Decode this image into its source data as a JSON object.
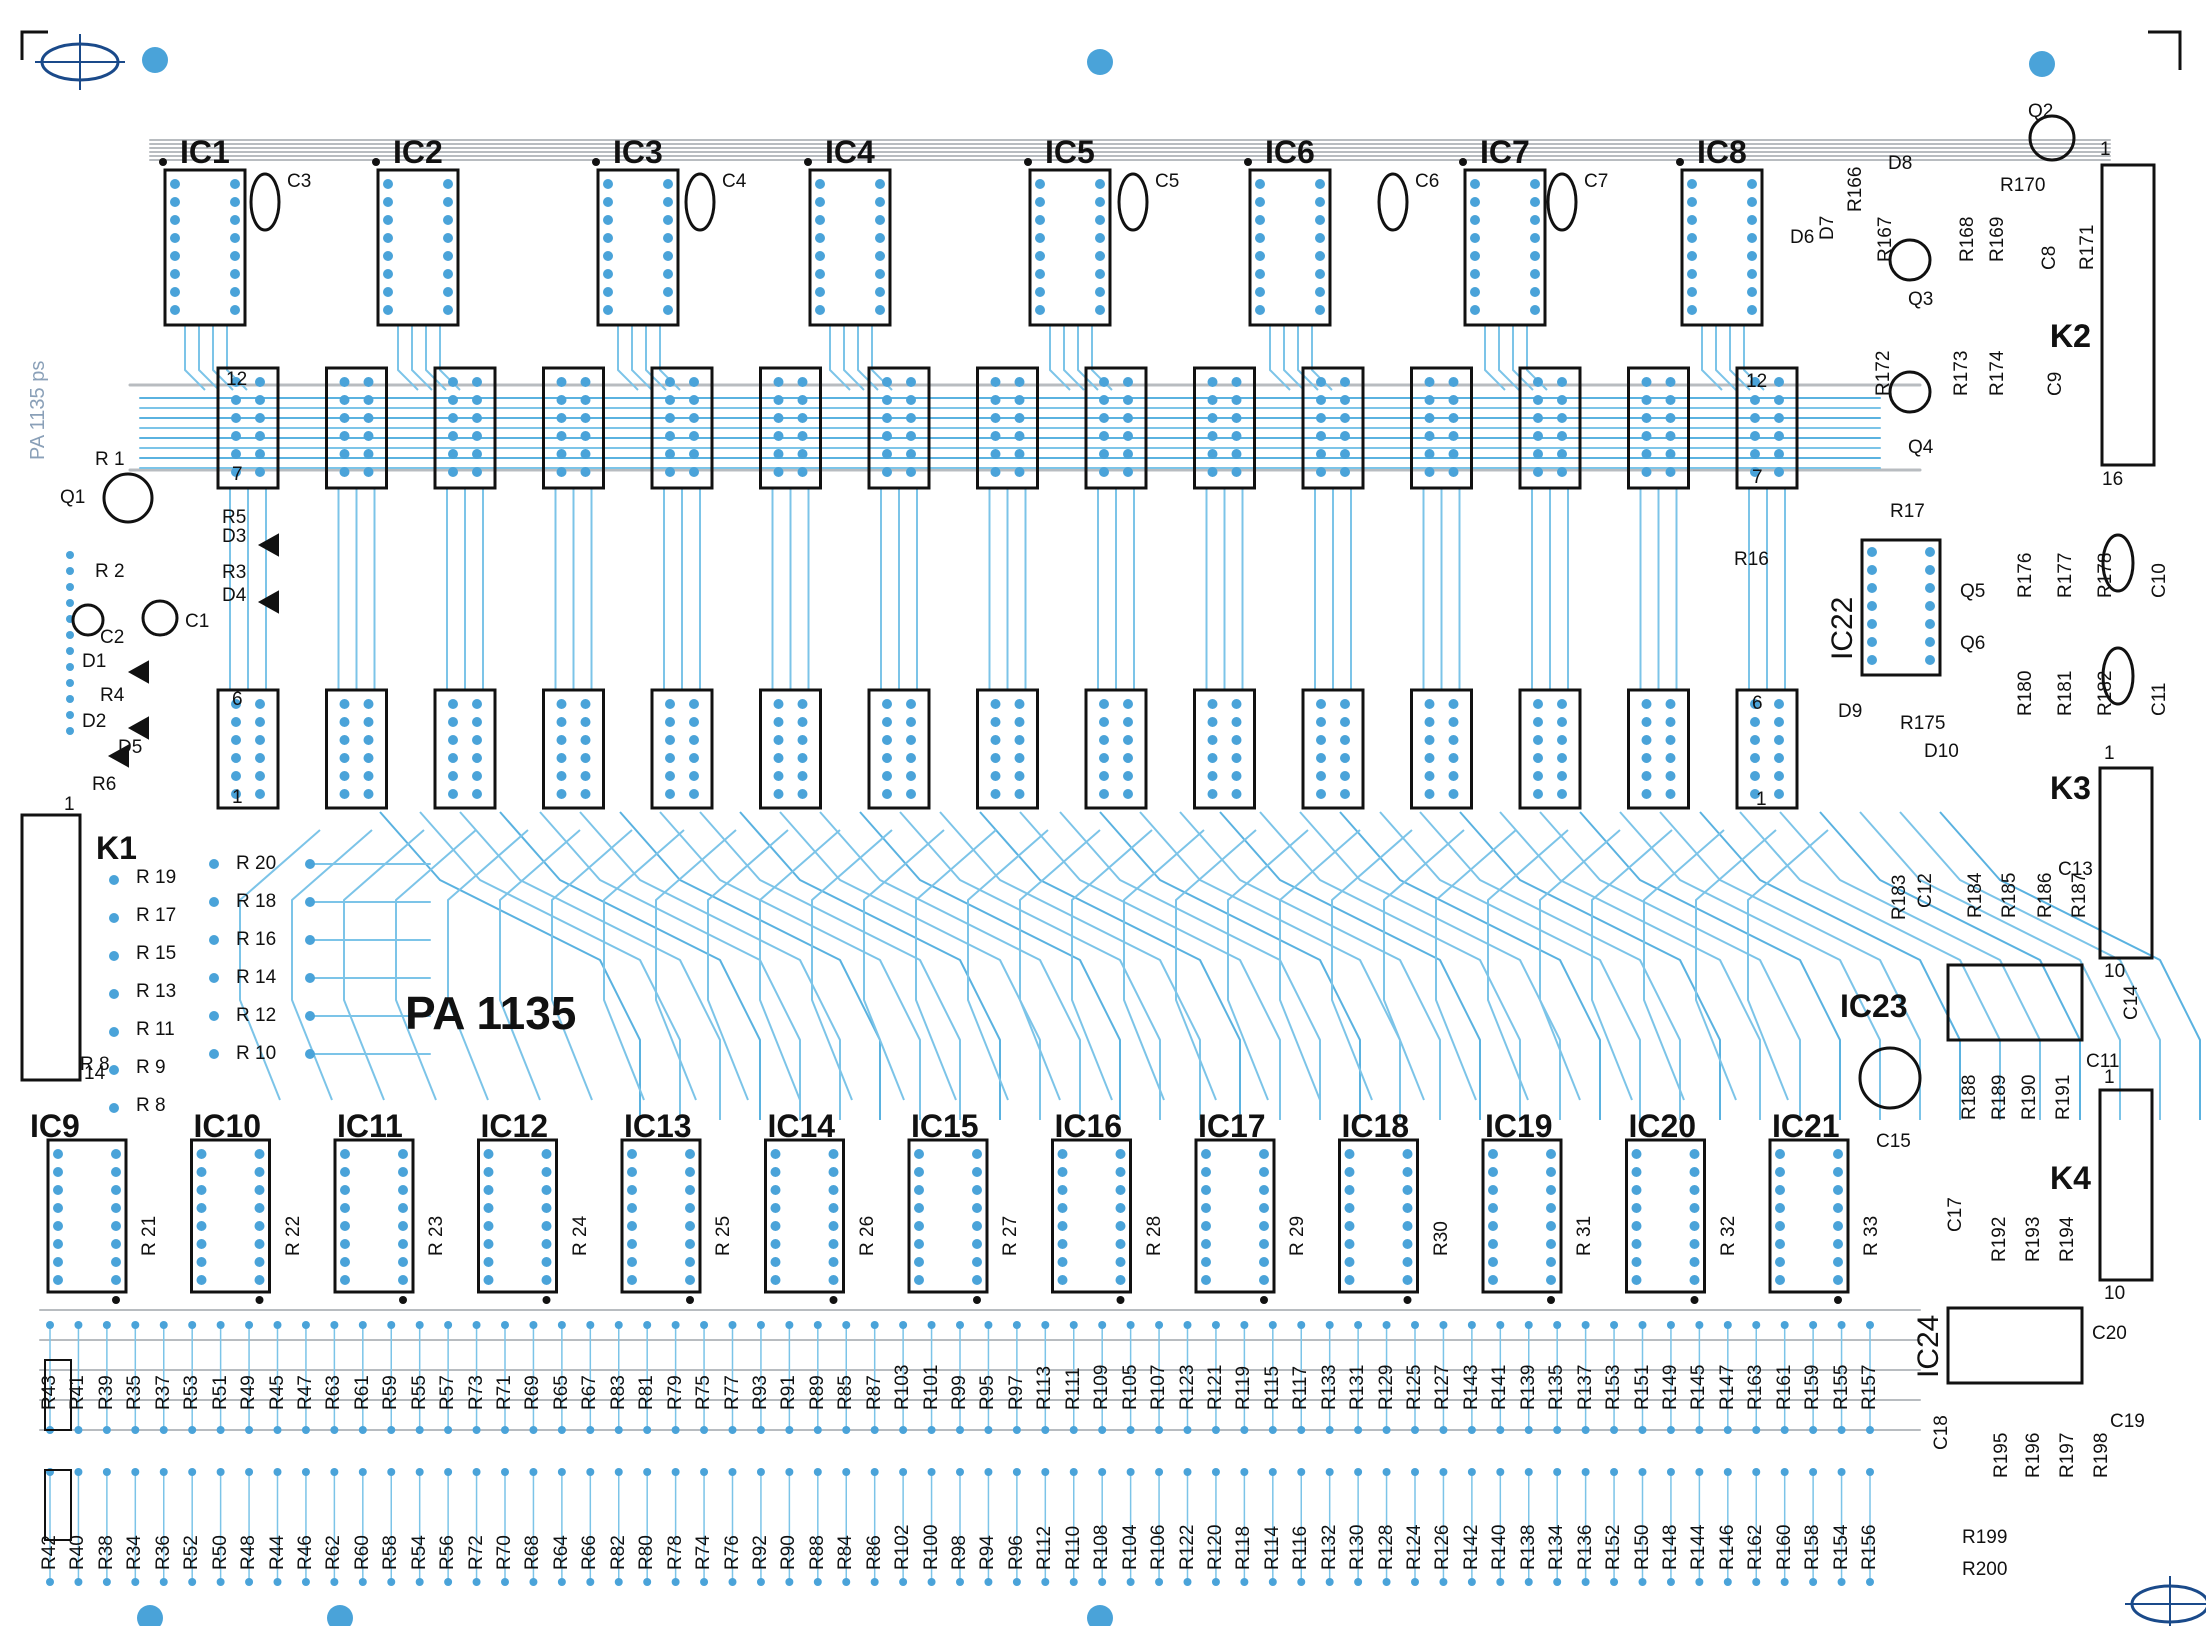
{
  "board": {
    "title": "PA 1135",
    "watermark": "PA 1135 ps"
  },
  "colors": {
    "trace": "#7cc4e8",
    "trace_alt": "#5ab2e0",
    "silk": "#111111",
    "pad": "#4aa3d9",
    "ground": "#b8bcc0"
  },
  "ic_top": [
    "IC1",
    "IC2",
    "IC3",
    "IC4",
    "IC5",
    "IC6",
    "IC7",
    "IC8"
  ],
  "ic_bottom": [
    "IC9",
    "IC10",
    "IC11",
    "IC12",
    "IC13",
    "IC14",
    "IC15",
    "IC16",
    "IC17",
    "IC18",
    "IC19",
    "IC20",
    "IC21"
  ],
  "ic_misc": [
    "IC22",
    "IC23",
    "IC24"
  ],
  "caps_top": [
    "C3",
    "C4",
    "C5",
    "C6",
    "C7"
  ],
  "connectors": [
    "K1",
    "K2",
    "K3",
    "K4"
  ],
  "k1_pins": [
    "1",
    "14"
  ],
  "k2_pins": [
    "1",
    "16"
  ],
  "k3_pins": [
    "1",
    "10"
  ],
  "k4_pins": [
    "1",
    "10"
  ],
  "socket_pins": [
    "12",
    "7",
    "6",
    "1"
  ],
  "left_parts": [
    "R 1",
    "Q1",
    "R5",
    "D3",
    "R 2",
    "R3",
    "D4",
    "C1",
    "C2",
    "D1",
    "R4",
    "D2",
    "D5",
    "R6"
  ],
  "k1_resistors_left": [
    "R 19",
    "R 17",
    "R 15",
    "R 13",
    "R 11",
    "R 9",
    "R 8"
  ],
  "k1_resistors_right": [
    "R 20",
    "R 18",
    "R 16",
    "R 14",
    "R 12",
    "R 10"
  ],
  "ic_gap_resistors": [
    "R 21",
    "R 22",
    "R 23",
    "R 24",
    "R 25",
    "R 26",
    "R 27",
    "R 28",
    "R 29",
    "R30",
    "R 31",
    "R 32",
    "R 33"
  ],
  "bottom_row_upper": [
    "R43",
    "R41",
    "R39",
    "R35",
    "R37",
    "R53",
    "R51",
    "R49",
    "R45",
    "R47",
    "R63",
    "R61",
    "R59",
    "R55",
    "R57",
    "R73",
    "R71",
    "R69",
    "R65",
    "R67",
    "R83",
    "R81",
    "R79",
    "R75",
    "R77",
    "R93",
    "R91",
    "R89",
    "R85",
    "R87",
    "R103",
    "R101",
    "R99",
    "R95",
    "R97",
    "R113",
    "R111",
    "R109",
    "R105",
    "R107",
    "R123",
    "R121",
    "R119",
    "R115",
    "R117",
    "R133",
    "R131",
    "R129",
    "R125",
    "R127",
    "R143",
    "R141",
    "R139",
    "R135",
    "R137",
    "R153",
    "R151",
    "R149",
    "R145",
    "R147",
    "R163",
    "R161",
    "R159",
    "R155",
    "R157"
  ],
  "bottom_row_lower": [
    "R42",
    "R40",
    "R38",
    "R34",
    "R36",
    "R52",
    "R50",
    "R48",
    "R44",
    "R46",
    "R62",
    "R60",
    "R58",
    "R54",
    "R56",
    "R72",
    "R70",
    "R68",
    "R64",
    "R66",
    "R82",
    "R80",
    "R78",
    "R74",
    "R76",
    "R92",
    "R90",
    "R88",
    "R84",
    "R86",
    "R102",
    "R100",
    "R98",
    "R94",
    "R96",
    "R112",
    "R110",
    "R108",
    "R104",
    "R106",
    "R122",
    "R120",
    "R118",
    "R114",
    "R116",
    "R132",
    "R130",
    "R128",
    "R124",
    "R126",
    "R142",
    "R140",
    "R138",
    "R134",
    "R136",
    "R152",
    "R150",
    "R148",
    "R144",
    "R146",
    "R162",
    "R160",
    "R158",
    "R154",
    "R156"
  ],
  "right_parts_top": [
    "Q2",
    "D8",
    "R170",
    "D6",
    "D7",
    "R166",
    "R167",
    "Q3",
    "R168",
    "R169",
    "C8",
    "R171",
    "K2",
    "R172",
    "Q4",
    "R173",
    "R174",
    "C9",
    "R17",
    "R16"
  ],
  "right_parts_mid": [
    "Q5",
    "R176",
    "R177",
    "R178",
    "C10",
    "Q6",
    "R180",
    "R181",
    "R182",
    "C11",
    "D9",
    "R175",
    "D10"
  ],
  "right_parts_low": [
    "R183",
    "C12",
    "R184",
    "R185",
    "R186",
    "R187",
    "C13",
    "C14",
    "C11",
    "C15",
    "R188",
    "R189",
    "R190",
    "R191",
    "C17",
    "R192",
    "R193",
    "R194",
    "C20",
    "C18",
    "R195",
    "R196",
    "R197",
    "R198",
    "C19",
    "R199",
    "R200"
  ]
}
